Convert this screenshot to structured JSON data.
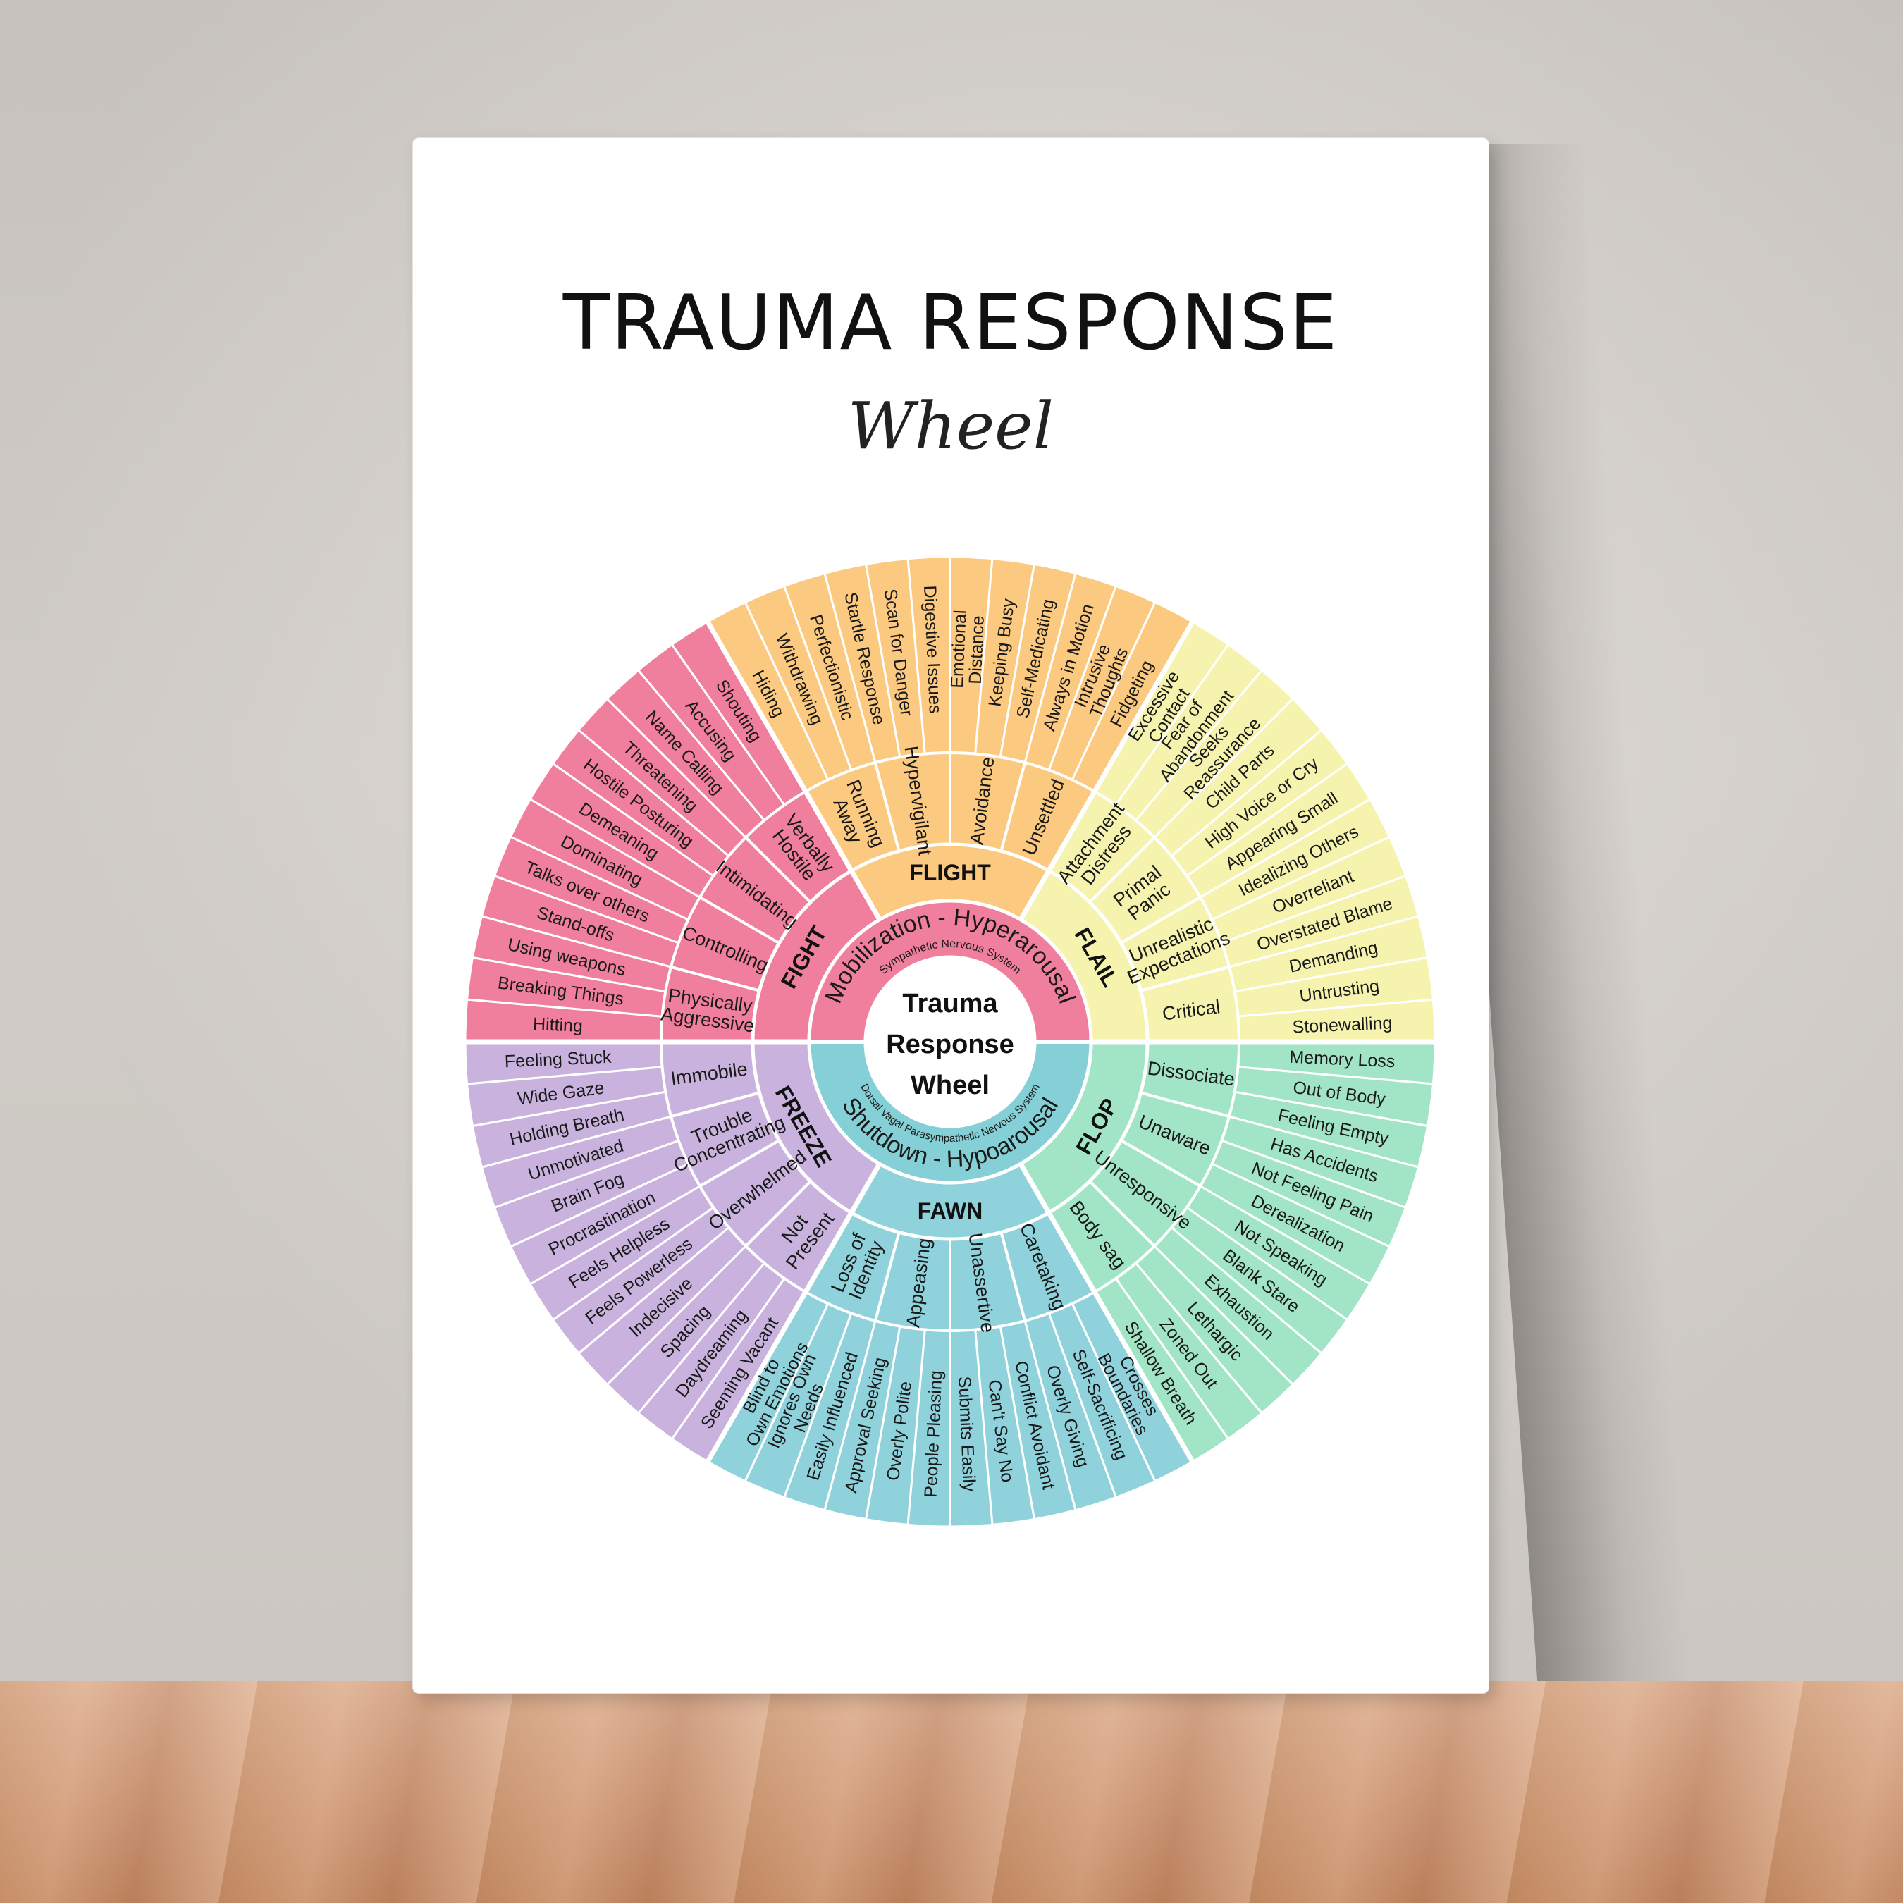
{
  "poster": {
    "title": "TRAUMA RESPONSE",
    "subtitle": "Wheel"
  },
  "center": {
    "lines": [
      "Trauma",
      "Response",
      "Wheel"
    ]
  },
  "states": [
    {
      "label": "Mobilization - Hyperarousal",
      "sublabel": "Sympathetic Nervous System",
      "color": "#f07e9d"
    },
    {
      "label": "Shutdown - Hypoarousal",
      "sublabel": "Dorsal Vagal Parasympathetic Nervous System",
      "color": "#85cfd6"
    }
  ],
  "responses": [
    {
      "name": "FIGHT",
      "color": "#f07e9d",
      "middle": [
        [
          "Physically",
          "Aggressive"
        ],
        [
          "Controlling"
        ],
        [
          "Intimidating"
        ],
        [
          "Verbally",
          "Hostile"
        ]
      ],
      "outer": [
        "Hitting",
        "Breaking Things",
        "Using weapons",
        "Stand-offs",
        "Talks over others",
        "Dominating",
        "Demeaning",
        "Hostile Posturing",
        "Threatening",
        "Name Calling",
        "Accusing",
        "Shouting"
      ]
    },
    {
      "name": "FLIGHT",
      "color": "#fbc97f",
      "middle": [
        [
          "Running",
          "Away"
        ],
        [
          "Hypervigilant"
        ],
        [
          "Avoidance"
        ],
        [
          "Unsettled"
        ]
      ],
      "outer": [
        "Hiding",
        "Withdrawing",
        "Perfectionistic",
        "Startle Response",
        "Scan for Danger",
        "Digestive Issues",
        [
          "Emotional",
          "Distance"
        ],
        "Keeping Busy",
        "Self-Medicating",
        "Always in Motion",
        [
          "Intrusive",
          "Thoughts"
        ],
        "Fidgeting"
      ]
    },
    {
      "name": "FLAIL",
      "color": "#f5f3ae",
      "middle": [
        [
          "Attachment",
          "Distress"
        ],
        [
          "Primal",
          "Panic"
        ],
        [
          "Unrealistic",
          "Expectations"
        ],
        [
          "Critical"
        ]
      ],
      "outer": [
        [
          "Excessive",
          "Contact"
        ],
        [
          "Fear of",
          "Abandonment"
        ],
        [
          "Seeks",
          "Reassurance"
        ],
        "Child Parts",
        "High Voice or Cry",
        "Appearing Small",
        "Idealizing Others",
        "Overreliant",
        "Overstated Blame",
        "Demanding",
        "Untrusting",
        "Stonewalling"
      ]
    },
    {
      "name": "FLOP",
      "color": "#a2e5c6",
      "middle": [
        [
          "Dissociate"
        ],
        [
          "Unaware"
        ],
        [
          "Unresponsive"
        ],
        [
          "Body sag"
        ]
      ],
      "outer": [
        "Memory Loss",
        "Out of Body",
        "Feeling Empty",
        "Has Accidents",
        "Not Feeling Pain",
        "Derealization",
        "Not Speaking",
        "Blank Stare",
        "Exhaustion",
        "Lethargic",
        "Zoned Out",
        "Shallow Breath"
      ]
    },
    {
      "name": "FAWN",
      "color": "#8fd2dc",
      "middle": [
        [
          "Caretaking"
        ],
        [
          "Unassertive"
        ],
        [
          "Appeasing"
        ],
        [
          "Loss of",
          "Identity"
        ]
      ],
      "outer": [
        [
          "Crosses",
          "Boundaries"
        ],
        "Self-Sacrificing",
        "Overly Giving",
        "Conflict Avoidant",
        "Can't Say No",
        "Submits Easily",
        "People Pleasing",
        "Overly Polite",
        "Approval Seeking",
        "Easily Influenced",
        [
          "Ignores Own",
          "Needs"
        ],
        [
          "Blind to",
          "Own Emotions"
        ]
      ]
    },
    {
      "name": "FREEZE",
      "color": "#c9b3de",
      "middle": [
        [
          "Not",
          "Present"
        ],
        [
          "Overwhelmed"
        ],
        [
          "Trouble",
          "Concentrating"
        ],
        [
          "Immobile"
        ]
      ],
      "outer": [
        "Seeming Vacant",
        "Daydreaming",
        "Spacing",
        "Indecisive",
        "Feels Powerless",
        "Feels Helpless",
        "Procrastination",
        "Brain Fog",
        "Unmotivated",
        "Holding Breath",
        "Wide Gaze",
        "Feeling Stuck"
      ]
    }
  ]
}
